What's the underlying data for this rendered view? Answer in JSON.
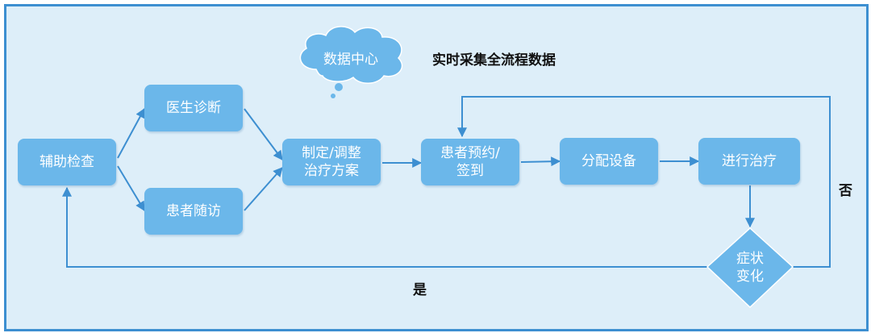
{
  "data_center": {
    "cloud_label": "数据中心",
    "caption": "实时采集全流程数据"
  },
  "nodes": {
    "aux_exam": "辅助检查",
    "doctor_diag": "医生诊断",
    "patient_followup": "患者随访",
    "make_plan": "制定/调整\n治疗方案",
    "appointment": "患者预约/\n签到",
    "allocate_device": "分配设备",
    "treatment": "进行治疗",
    "symptom_change": "症状\n变化"
  },
  "edges": {
    "yes_label": "是",
    "no_label": "否"
  },
  "colors": {
    "node_fill": "#6bb7ea",
    "arrow": "#3d8fd1",
    "background": "#ddeef9",
    "border": "#3d8fd1"
  }
}
